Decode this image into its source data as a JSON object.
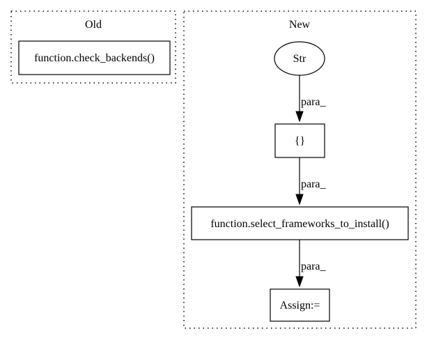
{
  "clusters": {
    "old": {
      "title": "Old"
    },
    "new": {
      "title": "New"
    }
  },
  "nodes": {
    "check_backends": {
      "label": "function.check_backends()"
    },
    "str": {
      "label": "Str"
    },
    "braces": {
      "label": "{}"
    },
    "select_frameworks": {
      "label": "function.select_frameworks_to_install()"
    },
    "assign": {
      "label": "Assign:="
    }
  },
  "edges": {
    "str_to_braces": {
      "label": "para_"
    },
    "braces_to_select": {
      "label": "para_"
    },
    "select_to_assign": {
      "label": "para_"
    }
  }
}
